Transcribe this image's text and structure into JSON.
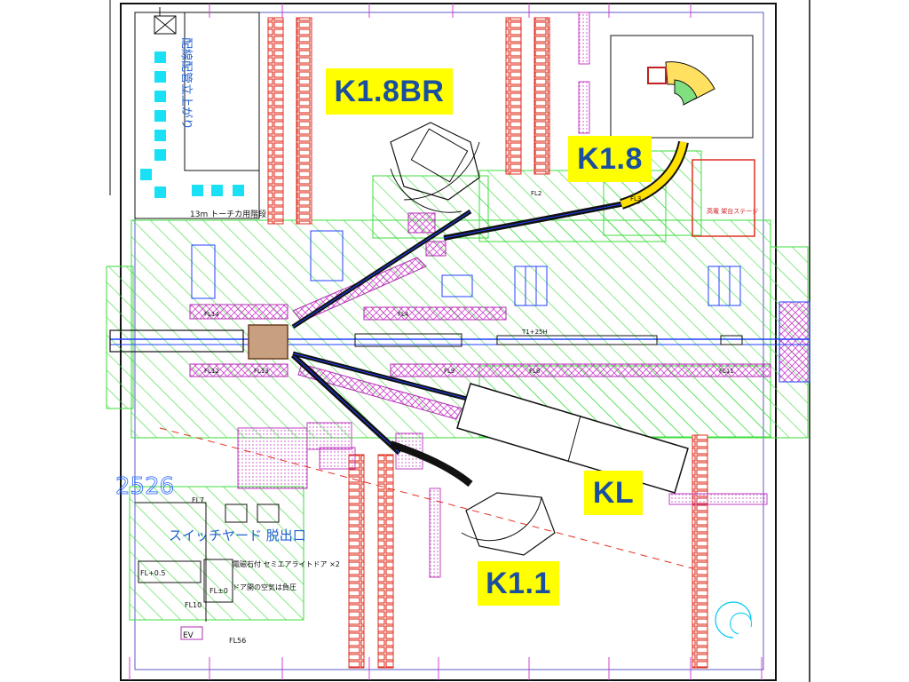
{
  "beamlines": {
    "k18br": "K1.8BR",
    "k18": "K1.8",
    "kl": "KL",
    "k11": "K1.1"
  },
  "annotations": {
    "wiring_riser": "配線配管立上がり",
    "forklift_stair": "13m トーチカ用階段",
    "escape_route": "スイッチヤード 脱出口",
    "fl_plus05": "FL+0.5",
    "fl_pm0": "FL±0",
    "magnet_note": "電磁石付 セミエアライトドア ×2",
    "door_note": "ドア開の空気は負圧",
    "beam_height": "T1+25H",
    "building_number": "2526",
    "stage_note": "高電 架台ステージ",
    "fl7": "FL7",
    "fl10": "FL10",
    "fl56": "FL56",
    "ev": "EV",
    "fl14": "FL14",
    "fl12": "FL12",
    "fl13": "FL13",
    "fl11": "FL11",
    "fl4": "FL4",
    "fl9": "FL9",
    "fl8": "FL8",
    "fl2": "FL2",
    "fl3": "FL3"
  },
  "colors": {
    "hatch_green": "#3cdc3c",
    "red_shield": "#e03020",
    "magenta": "#d040d0",
    "blue": "#2040ff",
    "cyan": "#00c8f0",
    "label_bg": "#ffff00",
    "label_text": "#1a4fa0"
  }
}
